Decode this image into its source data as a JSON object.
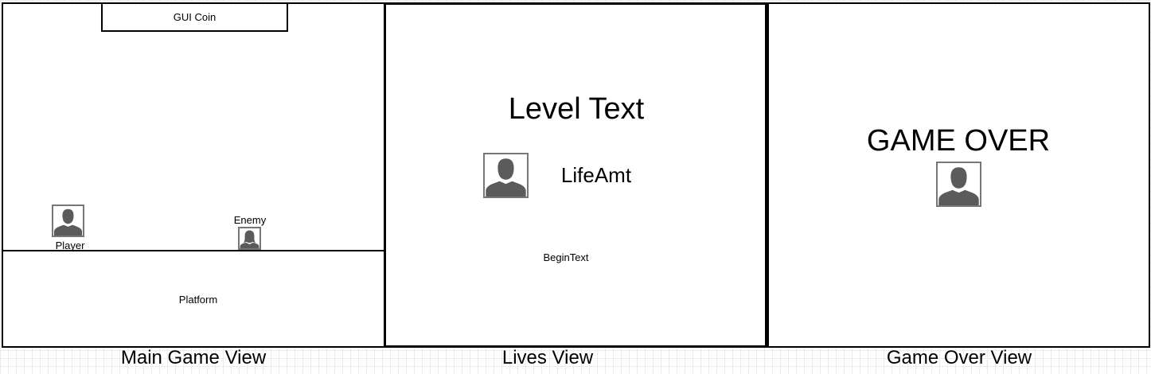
{
  "main_game_view": {
    "title": "Main Game View",
    "gui_coin": "GUI Coin",
    "player_label": "Player",
    "enemy_label": "Enemy",
    "platform_label": "Platform",
    "player_icon": "male-user-icon",
    "enemy_icon": "female-user-icon"
  },
  "lives_view": {
    "title": "Lives View",
    "level_text": "Level Text",
    "life_amt": "LifeAmt",
    "begin_text": "BeginText",
    "life_icon": "male-user-icon"
  },
  "game_over_view": {
    "title": "Game Over View",
    "game_over_text": "GAME OVER",
    "icon": "male-user-icon"
  },
  "colors": {
    "frame_border": "#000000",
    "icon_fill": "#5b5b5b",
    "icon_border": "#777777",
    "grid": "#ececec"
  }
}
